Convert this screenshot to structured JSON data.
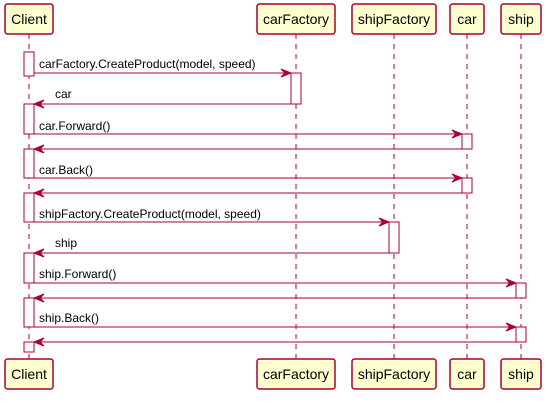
{
  "participants": [
    {
      "id": "client",
      "label": "Client"
    },
    {
      "id": "carFactory",
      "label": "carFactory"
    },
    {
      "id": "shipFactory",
      "label": "shipFactory"
    },
    {
      "id": "car",
      "label": "car"
    },
    {
      "id": "ship",
      "label": "ship"
    }
  ],
  "messages": [
    {
      "from": "client",
      "to": "carFactory",
      "label": "carFactory.CreateProduct(model, speed)"
    },
    {
      "from": "carFactory",
      "to": "client",
      "label": "car"
    },
    {
      "from": "client",
      "to": "car",
      "label": "car.Forward()"
    },
    {
      "from": "car",
      "to": "client",
      "label": ""
    },
    {
      "from": "client",
      "to": "car",
      "label": "car.Back()"
    },
    {
      "from": "car",
      "to": "client",
      "label": ""
    },
    {
      "from": "client",
      "to": "shipFactory",
      "label": "shipFactory.CreateProduct(model, speed)"
    },
    {
      "from": "shipFactory",
      "to": "client",
      "label": "ship"
    },
    {
      "from": "client",
      "to": "ship",
      "label": "ship.Forward()"
    },
    {
      "from": "ship",
      "to": "client",
      "label": ""
    },
    {
      "from": "client",
      "to": "ship",
      "label": "ship.Back()"
    },
    {
      "from": "ship",
      "to": "client",
      "label": ""
    }
  ],
  "colors": {
    "box_fill": "#FEFECE",
    "line": "#A80036",
    "activation_fill": "#FFFFFF"
  }
}
